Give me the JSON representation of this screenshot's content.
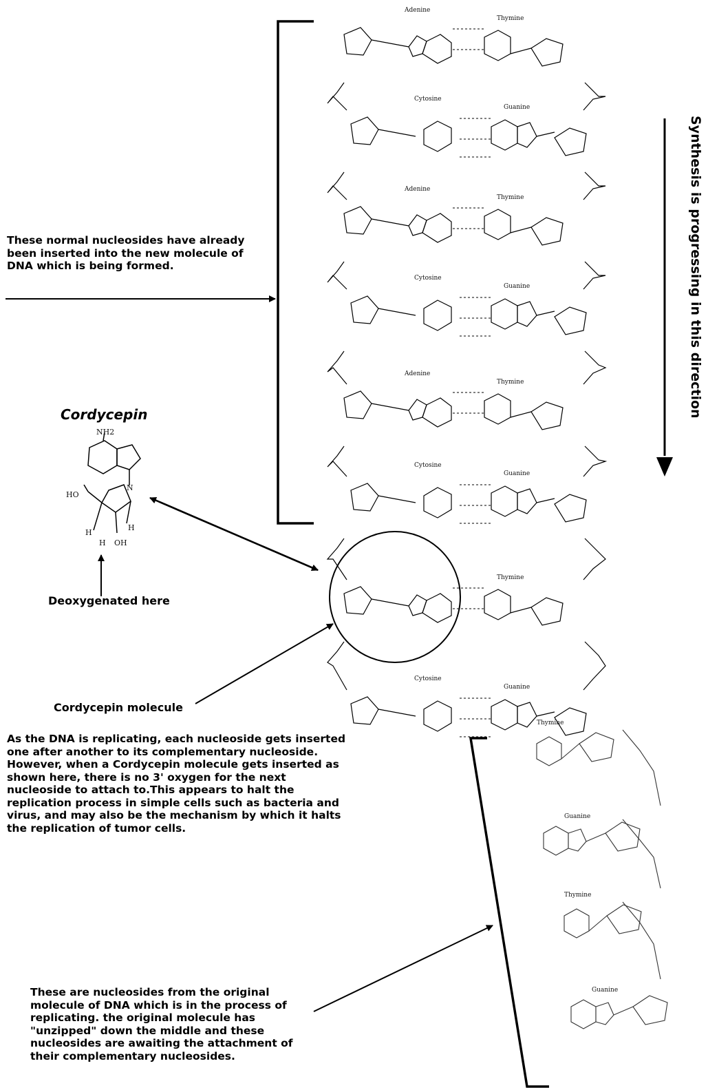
{
  "annotations": {
    "inserted_note": "These normal nucleosides have already been inserted into the new molecule of DNA which is being formed.",
    "cordycepin_title": "Cordycepin",
    "deoxygenated_label": "Deoxygenated here",
    "cordycepin_molecule_label": "Cordycepin molecule",
    "replication_explanation": "As the DNA is replicating, each nucleoside gets inserted one after another to its complementary nucleoside. However, when a Cordycepin molecule gets inserted as shown here, there is no 3' oxygen for the next nucleoside to attach to.This appears to halt the replication process in simple cells such as bacteria and virus, and may also be the mechanism by which it halts the replication of tumor cells.",
    "original_strand_note": "These are nucleosides from the original molecule of DNA which is in the process of replicating. the original molecule has \"unzipped\" down the middle and these nucleosides are awaiting the attachment of their complementary nucleosides.",
    "direction_label": "Synthesis is progressing in this direction"
  },
  "cordycepin_structure": {
    "nh2": "NH2",
    "ho": "HO",
    "oh": "OH",
    "h": "H",
    "n": "N"
  },
  "base_pairs": [
    {
      "left": "Adenine",
      "right": "Thymine"
    },
    {
      "left": "Cytosine",
      "right": "Guanine"
    },
    {
      "left": "Adenine",
      "right": "Thymine"
    },
    {
      "left": "Cytosine",
      "right": "Guanine"
    },
    {
      "left": "Adenine",
      "right": "Thymine"
    },
    {
      "left": "Cytosine",
      "right": "Guanine"
    },
    {
      "left": "",
      "right": "Thymine"
    },
    {
      "left": "Cytosine",
      "right": "Guanine"
    }
  ],
  "unpaired_bases": [
    "Thymine",
    "Guanine",
    "Thymine",
    "Guanine"
  ]
}
